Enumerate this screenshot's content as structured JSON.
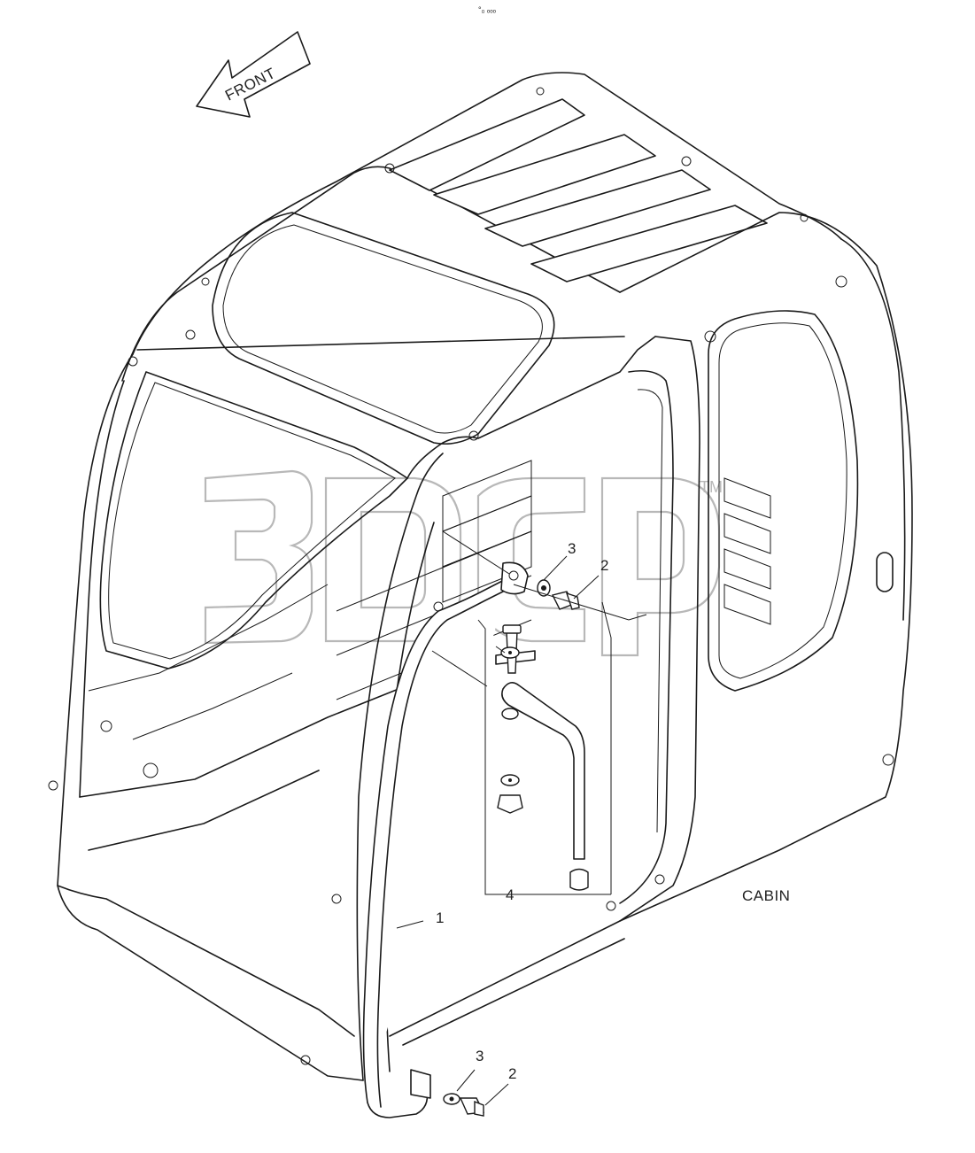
{
  "header_mark": "°₀ ₒₒₒ",
  "direction_arrow": {
    "label": "FRONT"
  },
  "assembly_label": "CABIN",
  "watermark": {
    "text": "3DCP",
    "mark": "TM"
  },
  "callouts": [
    {
      "id": "c1",
      "text": "1"
    },
    {
      "id": "c2a",
      "text": "2"
    },
    {
      "id": "c2b",
      "text": "2"
    },
    {
      "id": "c3a",
      "text": "3"
    },
    {
      "id": "c3b",
      "text": "3"
    },
    {
      "id": "c4",
      "text": "4"
    }
  ]
}
